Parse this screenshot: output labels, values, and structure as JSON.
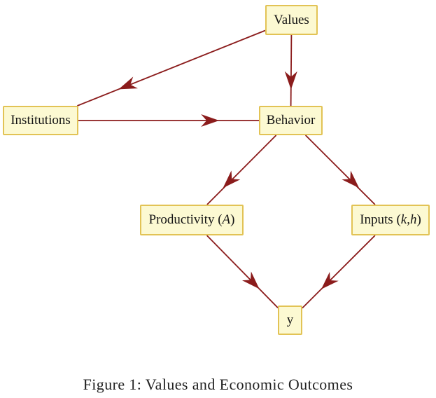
{
  "figure": {
    "caption": "Figure 1: Values and Economic Outcomes",
    "colors": {
      "arrow": "#8b1c1c",
      "node_fill": "#fcf9d2",
      "node_border": "#e2c355",
      "text": "#141414",
      "background": "#ffffff"
    },
    "nodes": {
      "values": {
        "label": "Values"
      },
      "institutions": {
        "label": "Institutions"
      },
      "behavior": {
        "label": "Behavior"
      },
      "productivity": {
        "prefix": "Productivity (",
        "variable": "A",
        "suffix": ")"
      },
      "inputs": {
        "prefix": "Inputs (",
        "variable_1": "k",
        "separator": ",",
        "variable_2": "h",
        "suffix": ")"
      },
      "output": {
        "label": "y"
      }
    },
    "edges": [
      {
        "from": "values",
        "to": "institutions"
      },
      {
        "from": "values",
        "to": "behavior"
      },
      {
        "from": "institutions",
        "to": "behavior"
      },
      {
        "from": "behavior",
        "to": "productivity"
      },
      {
        "from": "behavior",
        "to": "inputs"
      },
      {
        "from": "productivity",
        "to": "output"
      },
      {
        "from": "inputs",
        "to": "output"
      }
    ]
  }
}
